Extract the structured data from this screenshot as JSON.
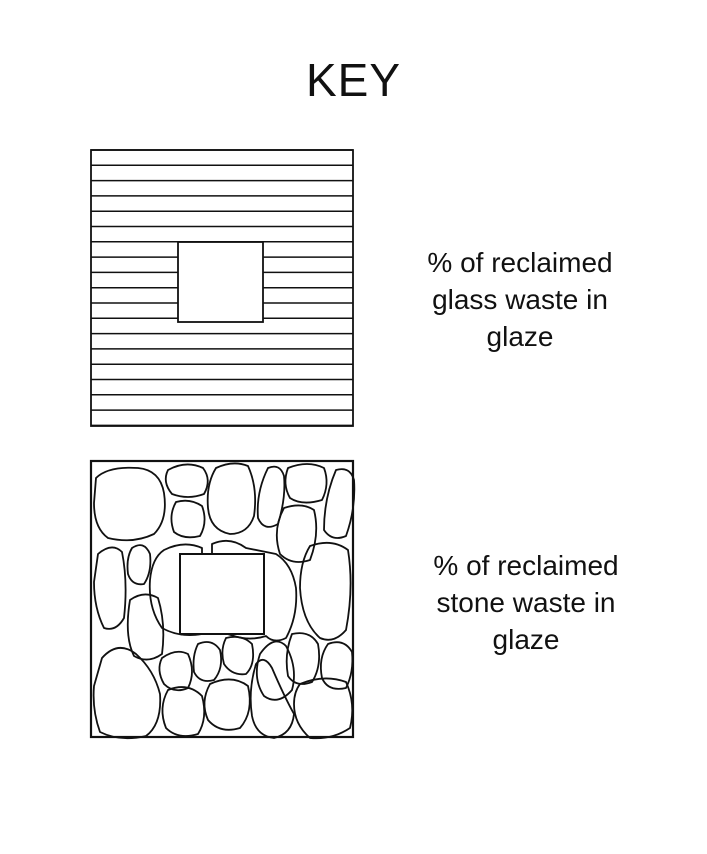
{
  "key": {
    "title": "KEY",
    "items": [
      {
        "pattern_icon": "horizontal-lines-hatch-icon",
        "label_lines": [
          "% of reclaimed",
          "glass waste in",
          "glaze"
        ]
      },
      {
        "pattern_icon": "stone-pattern-hatch-icon",
        "label_lines": [
          "% of reclaimed",
          "stone waste in",
          "glaze"
        ]
      }
    ]
  }
}
